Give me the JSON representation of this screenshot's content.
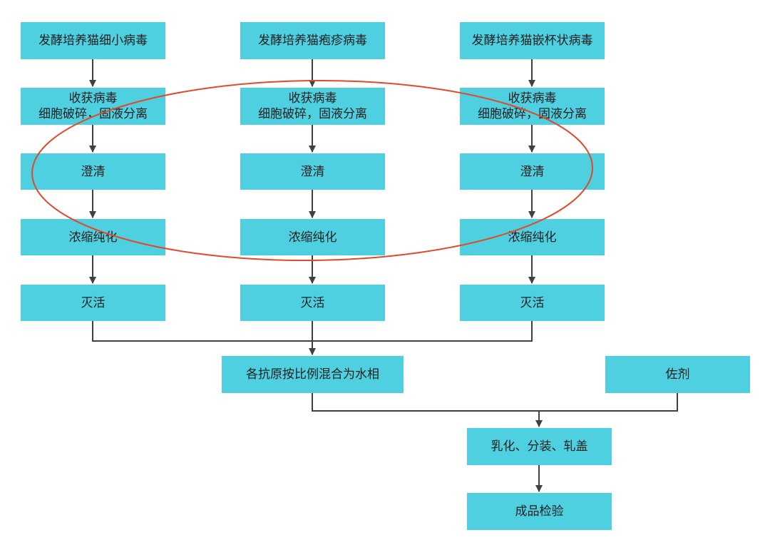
{
  "colors": {
    "box_fill": "#4ed0e0",
    "connector": "#404040",
    "highlight_ellipse": "#e04a2a"
  },
  "columns": [
    {
      "culture": "发酵培养猫细小病毒",
      "harvest": "收获病毒\n细胞破碎，固液分离",
      "clarify": "澄清",
      "concentrate": "浓缩纯化",
      "inactivate": "灭活"
    },
    {
      "culture": "发酵培养猫疱疹病毒",
      "harvest": "收获病毒\n细胞破碎，固液分离",
      "clarify": "澄清",
      "concentrate": "浓缩纯化",
      "inactivate": "灭活"
    },
    {
      "culture": "发酵培养猫嵌杯状病毒",
      "harvest": "收获病毒\n细胞破碎，固液分离",
      "clarify": "澄清",
      "concentrate": "浓缩纯化",
      "inactivate": "灭活"
    }
  ],
  "mix": "各抗原按比例混合为水相",
  "adjuvant": "佐剂",
  "emulsify": "乳化、分装、轧盖",
  "final_test": "成品检验"
}
